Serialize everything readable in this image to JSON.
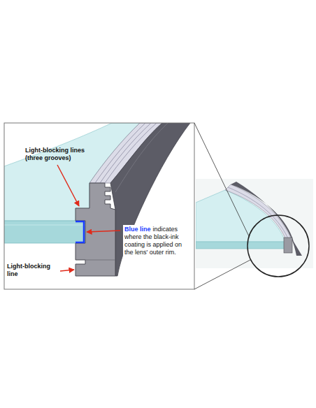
{
  "diagram": {
    "labels": [
      "Light-blocking lines (three grooves)",
      "Blue line",
      "indicates where the black-ink coating is applied on the lens' outer rim.",
      "Light-blocking line"
    ]
  }
}
